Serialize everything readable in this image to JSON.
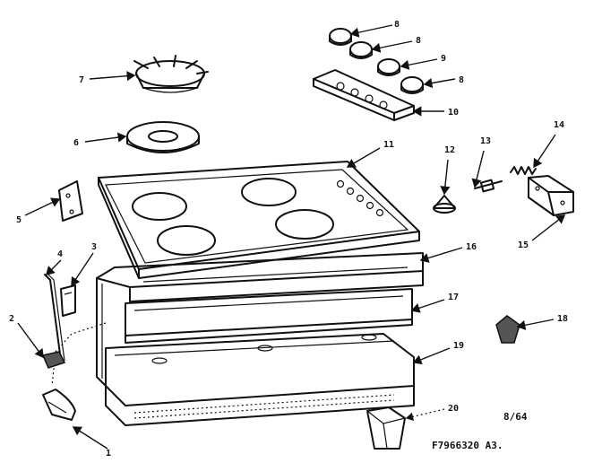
{
  "callouts": [
    "1",
    "2",
    "3",
    "4",
    "5",
    "6",
    "7",
    "8",
    "8",
    "9",
    "8",
    "10",
    "11",
    "12",
    "13",
    "14",
    "15",
    "16",
    "17",
    "18",
    "19",
    "20"
  ],
  "footer": {
    "date": "8/64",
    "part_number": "F7966320 A3."
  }
}
